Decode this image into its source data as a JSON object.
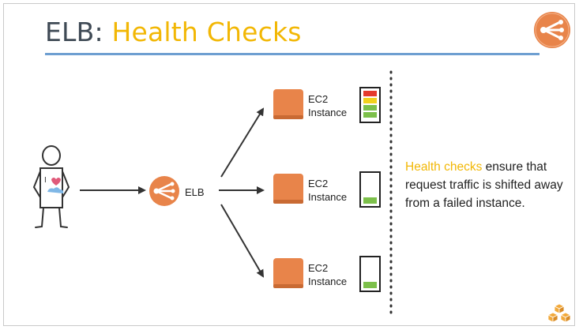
{
  "title": {
    "prefix": "ELB: ",
    "accent": "Health Checks"
  },
  "elb": {
    "label": "ELB"
  },
  "instances": [
    {
      "line1": "EC2",
      "line2": "Instance",
      "health": "bars-red-yellow-green-green"
    },
    {
      "line1": "EC2",
      "line2": "Instance",
      "health": "low-green"
    },
    {
      "line1": "EC2",
      "line2": "Instance",
      "health": "low-green"
    }
  ],
  "note": {
    "highlight": "Health checks",
    "rest": " ensure that request traffic is shifted away from a failed instance."
  },
  "colors": {
    "accent": "#f2b705",
    "rule": "#6e9fd1",
    "aws_orange": "#e8844a",
    "text": "#3f4a55"
  },
  "icons": [
    "user-icon",
    "elb-icon",
    "ec2-instance-icon",
    "health-meter-icon",
    "aws-logo-icon"
  ]
}
